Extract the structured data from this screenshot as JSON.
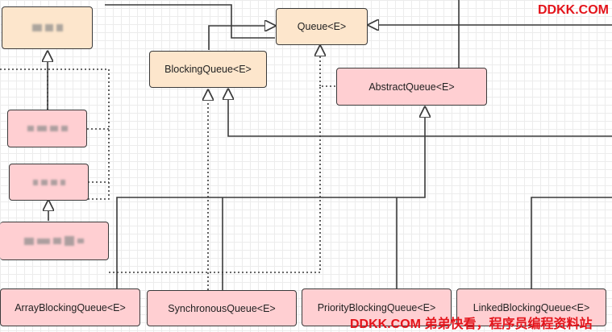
{
  "nodes": {
    "queue": "Queue<E>",
    "blocking_queue": "BlockingQueue<E>",
    "abstract_queue": "AbstractQueue<E>",
    "array_blocking_queue": "ArrayBlockingQueue<E>",
    "synchronous_queue": "SynchronousQueue<E>",
    "priority_blocking_queue": "PriorityBlockingQueue<E>",
    "linked_blocking_queue": "LinkedBlockingQueue<E>"
  },
  "watermark": {
    "top": "DDKK.COM",
    "bottom": "DDKK.COM 弟弟快看，程序员编程资料站"
  },
  "colors": {
    "interface_fill": "#fde6cc",
    "class_fill": "#ffcfd2",
    "line": "#3a3a3a",
    "watermark": "#e4141b"
  }
}
